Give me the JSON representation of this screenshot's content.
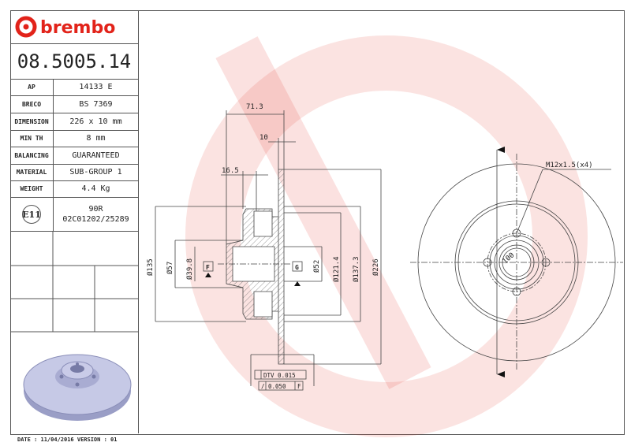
{
  "brand": {
    "name": "brembo",
    "color": "#e2231a"
  },
  "part_number": "08.5005.14",
  "specs": [
    {
      "label": "AP",
      "value": "14133 E"
    },
    {
      "label": "BRECO",
      "value": "BS 7369"
    },
    {
      "label": "DIMENSION",
      "value": "226 x 10 mm"
    },
    {
      "label": "MIN TH",
      "value": "8 mm"
    },
    {
      "label": "BALANCING",
      "value": "GUARANTEED"
    },
    {
      "label": "MATERIAL",
      "value": "SUB-GROUP 1"
    },
    {
      "label": "WEIGHT",
      "value": "4.4 Kg"
    }
  ],
  "approval": {
    "mark": "E11",
    "line1": "90R",
    "line2": "02C01202/25289"
  },
  "dims": {
    "overall_width": "71.3",
    "thickness": "10",
    "hub_offset": "16.5",
    "d135": "Ø135",
    "d57": "Ø57",
    "d39": "Ø39.8",
    "d52": "Ø52",
    "d121": "Ø121.4",
    "d137": "Ø137.3",
    "d226": "Ø226",
    "datum_f": "F",
    "datum_g": "G",
    "dtv": "DTV 0.015",
    "runout": "0.050",
    "runout_ref": "F",
    "bolt_thread": "M12x1.5(x4)",
    "pcd": "100"
  },
  "footer": "DATE : 11/04/2016 VERSION : 01"
}
